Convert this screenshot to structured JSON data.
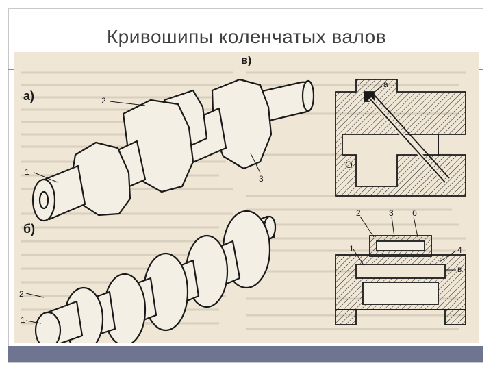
{
  "slide": {
    "title": "Кривошипы коленчатых валов"
  },
  "figure": {
    "part_a_label": "а)",
    "part_b_label": "б)",
    "part_v_label": "в)",
    "a_callouts": [
      "1",
      "2",
      "3"
    ],
    "b_callouts": [
      "1",
      "2"
    ],
    "v_top_callouts": [
      "а",
      "О"
    ],
    "v_bottom_callouts": [
      "1",
      "2",
      "3",
      "б",
      "4",
      "в"
    ]
  },
  "colors": {
    "paper": "#efe6d6",
    "ink": "#1a1a1a",
    "bar": "#6f7590",
    "title": "#404040"
  }
}
